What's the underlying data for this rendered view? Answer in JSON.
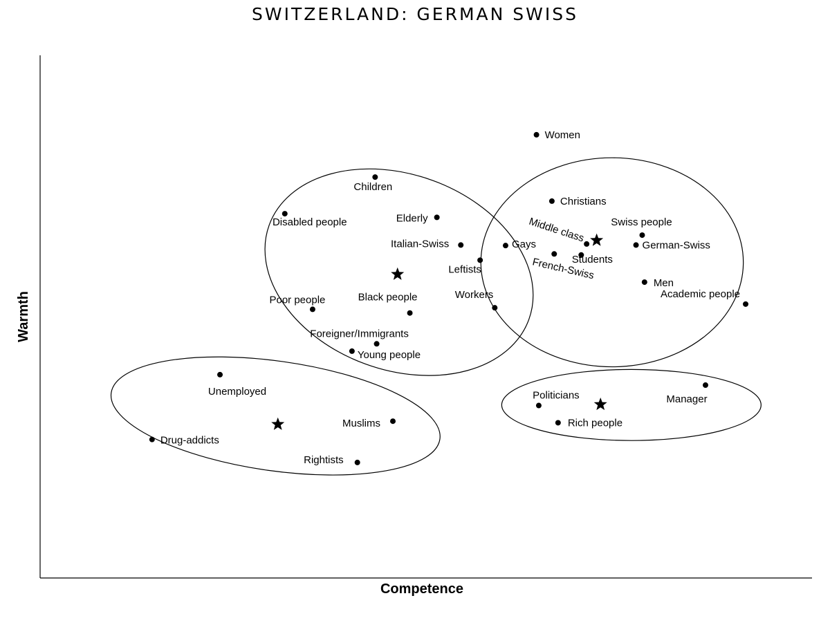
{
  "chart_data": {
    "type": "scatter",
    "title": "SWITZERLAND: GERMAN SWISS",
    "xlabel": "Competence",
    "ylabel": "Warmth",
    "xlim": [
      0,
      100
    ],
    "ylim": [
      0,
      100
    ],
    "grid": false,
    "legend": "none",
    "points": [
      {
        "label": "Women",
        "x": 64.3,
        "y": 84.8
      },
      {
        "label": "Children",
        "x": 43.4,
        "y": 76.7
      },
      {
        "label": "Christians",
        "x": 66.3,
        "y": 72.1
      },
      {
        "label": "Disabled people",
        "x": 31.7,
        "y": 69.7
      },
      {
        "label": "Elderly",
        "x": 51.4,
        "y": 69.0
      },
      {
        "label": "Swiss people",
        "x": 78.0,
        "y": 65.6
      },
      {
        "label": "Middle class",
        "x": 70.8,
        "y": 63.9
      },
      {
        "label": "Italian-Swiss",
        "x": 54.5,
        "y": 63.7
      },
      {
        "label": "Gays",
        "x": 60.3,
        "y": 63.6
      },
      {
        "label": "German-Swiss",
        "x": 77.2,
        "y": 63.7
      },
      {
        "label": "French-Swiss",
        "x": 66.6,
        "y": 62.0
      },
      {
        "label": "Students",
        "x": 70.1,
        "y": 61.8
      },
      {
        "label": "Leftists",
        "x": 57.0,
        "y": 60.8
      },
      {
        "label": "Men",
        "x": 78.3,
        "y": 56.6
      },
      {
        "label": "Academic people",
        "x": 91.4,
        "y": 52.4
      },
      {
        "label": "Workers",
        "x": 58.9,
        "y": 51.7
      },
      {
        "label": "Poor people",
        "x": 35.3,
        "y": 51.4
      },
      {
        "label": "Black people",
        "x": 47.9,
        "y": 50.7
      },
      {
        "label": "Foreigner/Immigrants",
        "x": 43.6,
        "y": 44.8
      },
      {
        "label": "Young people",
        "x": 40.4,
        "y": 43.4
      },
      {
        "label": "Unemployed",
        "x": 23.3,
        "y": 38.9
      },
      {
        "label": "Manager",
        "x": 86.2,
        "y": 36.9
      },
      {
        "label": "Politicians",
        "x": 64.6,
        "y": 33.0
      },
      {
        "label": "Muslims",
        "x": 45.7,
        "y": 30.0
      },
      {
        "label": "Rich people",
        "x": 67.1,
        "y": 29.7
      },
      {
        "label": "Drug-addicts",
        "x": 14.5,
        "y": 26.5
      },
      {
        "label": "Rightists",
        "x": 41.1,
        "y": 22.1
      }
    ],
    "cluster_centers": [
      {
        "x": 46.3,
        "y": 58.1
      },
      {
        "x": 72.1,
        "y": 64.6
      },
      {
        "x": 30.8,
        "y": 29.4
      },
      {
        "x": 72.6,
        "y": 33.2
      }
    ],
    "clusters": [
      {
        "cx": 46.5,
        "cy": 58.5,
        "rx": 17.9,
        "ry": 18.7,
        "rotate": 20
      },
      {
        "cx": 74.1,
        "cy": 60.4,
        "rx": 17.0,
        "ry": 20.0,
        "rotate": 0
      },
      {
        "cx": 30.5,
        "cy": 31.0,
        "rx": 21.5,
        "ry": 10.5,
        "rotate": 8
      },
      {
        "cx": 76.6,
        "cy": 33.1,
        "rx": 16.8,
        "ry": 6.8,
        "rotate": 0
      }
    ]
  }
}
